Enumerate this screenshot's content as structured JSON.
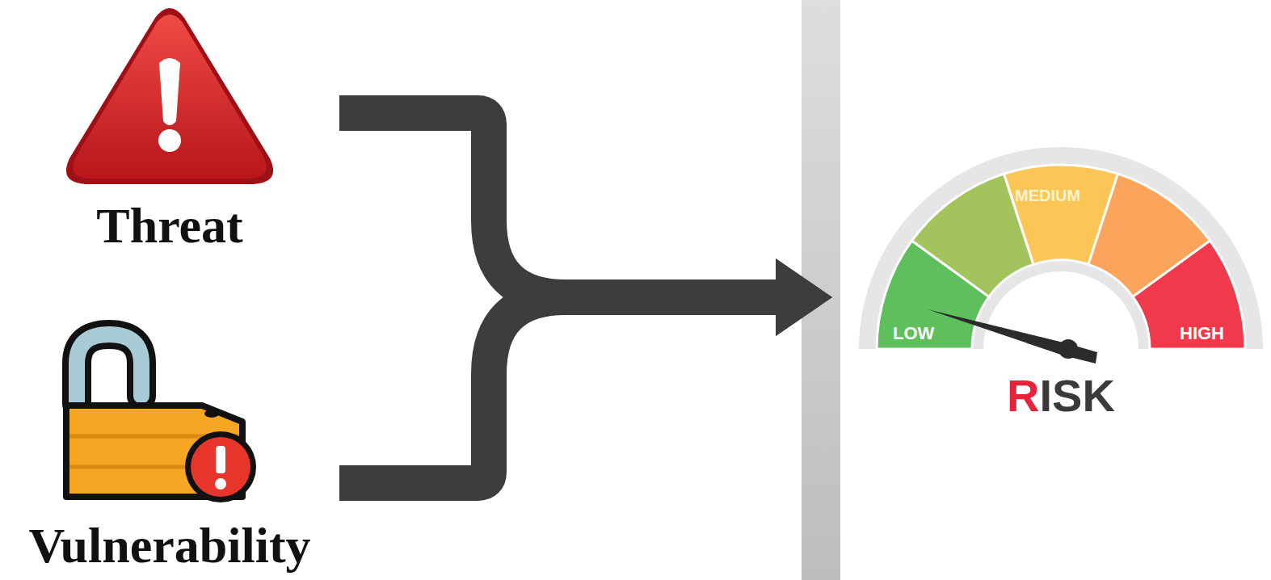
{
  "diagram": {
    "nodes": [
      {
        "text": [
          "Threat"
        ]
      },
      {
        "text": [
          "Vulnerability"
        ]
      },
      {
        "text": [
          "RISK"
        ]
      }
    ],
    "edges": [
      {
        "from": 0,
        "to": 2,
        "arrow": "to"
      },
      {
        "from": 1,
        "to": 2,
        "arrow": "to"
      }
    ],
    "labels": [
      "LOW",
      "MEDIUM",
      "HIGH"
    ]
  }
}
